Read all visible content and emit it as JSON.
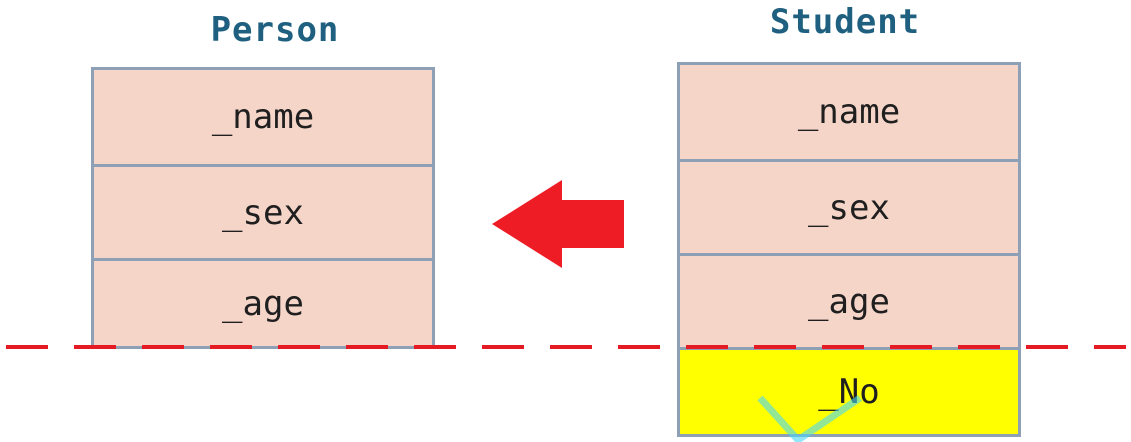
{
  "person": {
    "title": "Person",
    "fields": [
      "_name",
      "_sex",
      "_age"
    ]
  },
  "student": {
    "title": "Student",
    "fields": [
      "_name",
      "_sex",
      "_age",
      "_No"
    ]
  },
  "colors": {
    "title": "#1f5f7f",
    "cell_fill": "#f6d5c9",
    "border": "#8da0b6",
    "highlight": "#ffff00",
    "arrow": "#ee1c25",
    "dashed_line": "#e41b23",
    "watermark": "#4ad6f7"
  }
}
